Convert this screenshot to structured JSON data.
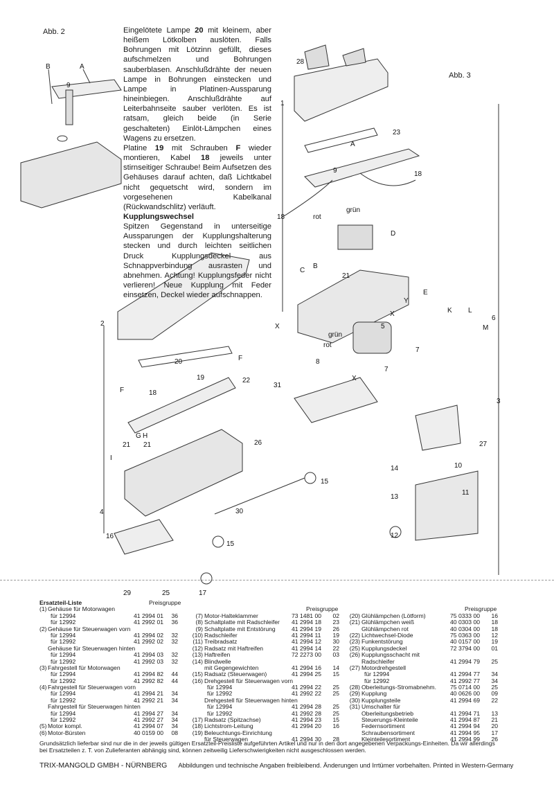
{
  "figure_labels": {
    "abb2": "Abb. 2",
    "abb3": "Abb. 3"
  },
  "instructions": {
    "p1_pre": "Eingelötete Lampe ",
    "p1_b1": "20",
    "p1_post": " mit kleinem, aber heißem Lötkolben auslöten. Falls Bohrungen mit Lötzinn gefüllt, dieses aufschmelzen und Bohrungen sauberblasen. Anschlußdrähte der neuen Lampe in Bohrungen einstecken und Lampe in Platinen-Aussparung hineinbiegen. Anschlußdrähte auf Leiterbahnseite sauber verlöten. Es ist ratsam, gleich beide (in Serie geschalteten) Einlöt-Lämpchen eines Wagens zu ersetzen.",
    "p2_a": "Platine ",
    "p2_b1": "19",
    "p2_c": " mit Schrauben ",
    "p2_b2": "F",
    "p2_d": " wieder montieren, Kabel ",
    "p2_b3": "18",
    "p2_e": " jeweils unter stirnseitiger Schraube! Beim Aufsetzen des Gehäuses darauf achten, daß Lichtkabel nicht gequetscht wird, sondern im vorgesehenen Kabelkanal (Rückwandschlitz) verläuft.",
    "heading": "Kupplungswechsel",
    "p3": "Spitzen Gegenstand in unterseitige Aussparungen der Kupplungshalterung stecken und durch leichten seitlichen Druck Kupplungsdeckel aus Schnappverbindung ausrasten und abnehmen. Achtung! Kupplungsfeder nicht verlieren! Neue Kupplung mit Feder einsetzen, Deckel wieder aufschnappen."
  },
  "callouts": [
    "B",
    "A",
    "9",
    "28",
    "1",
    "23",
    "A",
    "9",
    "18",
    "18",
    "grün",
    "rot",
    "D",
    "B",
    "C",
    "21",
    "E",
    "Y",
    "X",
    "K",
    "L",
    "6",
    "M",
    "5",
    "X",
    "grün",
    "rot",
    "7",
    "7",
    "8",
    "31",
    "X",
    "2",
    "20",
    "F",
    "F",
    "18",
    "19",
    "22",
    "G",
    "H",
    "21",
    "21",
    "I",
    "26",
    "27",
    "3",
    "4",
    "14",
    "10",
    "15",
    "13",
    "11",
    "12",
    "30",
    "15",
    "16",
    "29",
    "25",
    "17"
  ],
  "parts_list": {
    "title": "Ersatzteil-Liste",
    "price_header": "Preisgruppe",
    "columns": [
      [
        {
          "n": "(1)",
          "d": "Gehäuse für Motorwagen",
          "a": "",
          "p": ""
        },
        {
          "n": "",
          "d": "für 12994",
          "a": "41 2994 01",
          "p": "36",
          "i": 1
        },
        {
          "n": "",
          "d": "für 12992",
          "a": "41 2992 01",
          "p": "36",
          "i": 1
        },
        {
          "n": "(2)",
          "d": "Gehäuse für Steuerwagen vorn",
          "a": "",
          "p": ""
        },
        {
          "n": "",
          "d": "für 12994",
          "a": "41 2994 02",
          "p": "32",
          "i": 1
        },
        {
          "n": "",
          "d": "für 12992",
          "a": "41 2992 02",
          "p": "32",
          "i": 1
        },
        {
          "n": "",
          "d": "Gehäuse für Steuerwagen hinten",
          "a": "",
          "p": ""
        },
        {
          "n": "",
          "d": "für 12994",
          "a": "41 2994 03",
          "p": "32",
          "i": 1
        },
        {
          "n": "",
          "d": "für 12992",
          "a": "41 2992 03",
          "p": "32",
          "i": 1
        },
        {
          "n": "(3)",
          "d": "Fahrgestell für Motorwagen",
          "a": "",
          "p": ""
        },
        {
          "n": "",
          "d": "für 12994",
          "a": "41 2994 82",
          "p": "44",
          "i": 1
        },
        {
          "n": "",
          "d": "für 12992",
          "a": "41 2992 82",
          "p": "44",
          "i": 1
        },
        {
          "n": "(4)",
          "d": "Fahrgestell für Steuerwagen vorn",
          "a": "",
          "p": ""
        },
        {
          "n": "",
          "d": "für 12994",
          "a": "41 2994 21",
          "p": "34",
          "i": 1
        },
        {
          "n": "",
          "d": "für 12992",
          "a": "41 2992 21",
          "p": "34",
          "i": 1
        },
        {
          "n": "",
          "d": "Fahrgestell für Steuerwagen hinten",
          "a": "",
          "p": ""
        },
        {
          "n": "",
          "d": "für 12994",
          "a": "41 2994 27",
          "p": "34",
          "i": 1
        },
        {
          "n": "",
          "d": "für 12992",
          "a": "41 2992 27",
          "p": "34",
          "i": 1
        },
        {
          "n": "(5)",
          "d": "Motor kompl.",
          "a": "41 2994 07",
          "p": "34"
        },
        {
          "n": "(6)",
          "d": "Motor-Bürsten",
          "a": "40 0159 00",
          "p": "08"
        }
      ],
      [
        {
          "n": "(7)",
          "d": "Motor-Halteklammer",
          "a": "73 1481 00",
          "p": "02"
        },
        {
          "n": "(8)",
          "d": "Schaltplatte mit Radschleifer",
          "a": "41 2994 18",
          "p": "23"
        },
        {
          "n": "(9)",
          "d": "Schaltplatte mit Entstörung",
          "a": "41 2994 19",
          "p": "26"
        },
        {
          "n": "(10)",
          "d": "Radschleifer",
          "a": "41 2994 11",
          "p": "19"
        },
        {
          "n": "(11)",
          "d": "Treibradsatz",
          "a": "41 2994 12",
          "p": "30"
        },
        {
          "n": "(12)",
          "d": "Radsatz mit Haftreifen",
          "a": "41 2994 14",
          "p": "22"
        },
        {
          "n": "(13)",
          "d": "Haftreifen",
          "a": "72 2273 00",
          "p": "03"
        },
        {
          "n": "(14)",
          "d": "Blindwelle",
          "a": "",
          "p": ""
        },
        {
          "n": "",
          "d": "mit Gegengewichten",
          "a": "41 2994 16",
          "p": "14"
        },
        {
          "n": "(15)",
          "d": "Radsatz (Steuerwagen)",
          "a": "41 2994 25",
          "p": "15"
        },
        {
          "n": "(16)",
          "d": "Drehgestell für Steuerwagen vorn",
          "a": "",
          "p": ""
        },
        {
          "n": "",
          "d": "für 12994",
          "a": "41 2994 22",
          "p": "25",
          "i": 1
        },
        {
          "n": "",
          "d": "für 12992",
          "a": "41 2992 22",
          "p": "25",
          "i": 1
        },
        {
          "n": "",
          "d": "Drehgestell für Steuerwagen hinten",
          "a": "",
          "p": ""
        },
        {
          "n": "",
          "d": "für 12994",
          "a": "41 2994 28",
          "p": "25",
          "i": 1
        },
        {
          "n": "",
          "d": "für 12992",
          "a": "41 2992 28",
          "p": "25",
          "i": 1
        },
        {
          "n": "(17)",
          "d": "Radsatz (Spitzachse)",
          "a": "41 2994 23",
          "p": "15"
        },
        {
          "n": "(18)",
          "d": "Lichtstrom-Leitung",
          "a": "41 2994 20",
          "p": "16"
        },
        {
          "n": "(19)",
          "d": "Beleuchtungs-Einrichtung",
          "a": "",
          "p": ""
        },
        {
          "n": "",
          "d": "für Steuerwagen",
          "a": "41 2994 30",
          "p": "28"
        }
      ],
      [
        {
          "n": "(20)",
          "d": "Glühlämpchen (Lötform)",
          "a": "75 0333 00",
          "p": "16"
        },
        {
          "n": "(21)",
          "d": "Glühlämpchen weiß",
          "a": "40 0303 00",
          "p": "18"
        },
        {
          "n": "",
          "d": "Glühlämpchen rot",
          "a": "40 0304 00",
          "p": "18"
        },
        {
          "n": "(22)",
          "d": "Lichtwechsel-Diode",
          "a": "75 0363 00",
          "p": "12"
        },
        {
          "n": "(23)",
          "d": "Funkentstörung",
          "a": "40 0157 00",
          "p": "19"
        },
        {
          "n": "(25)",
          "d": "Kupplungsdeckel",
          "a": "72 3794 00",
          "p": "01"
        },
        {
          "n": "(26)",
          "d": "Kupplungsschacht mit",
          "a": "",
          "p": ""
        },
        {
          "n": "",
          "d": "Radschleifer",
          "a": "41 2994 79",
          "p": "25"
        },
        {
          "n": "(27)",
          "d": "Motordrehgestell",
          "a": "",
          "p": ""
        },
        {
          "n": "",
          "d": "für 12994",
          "a": "41 2994 77",
          "p": "34",
          "i": 1
        },
        {
          "n": "",
          "d": "für 12992",
          "a": "41 2992 77",
          "p": "34",
          "i": 1
        },
        {
          "n": "(28)",
          "d": "Oberleitungs-Stromabnehm.",
          "a": "75 0714 00",
          "p": "25"
        },
        {
          "n": "(29)",
          "d": "Kupplung",
          "a": "40 0626 00",
          "p": "09"
        },
        {
          "n": "(30)",
          "d": "Kupplungsteile",
          "a": "41 2994 69",
          "p": "22"
        },
        {
          "n": "(31)",
          "d": "Umschalter für",
          "a": "",
          "p": ""
        },
        {
          "n": "",
          "d": "Oberleitungsbetrieb",
          "a": "41 2994 71",
          "p": "13"
        },
        {
          "n": "",
          "d": "Steuerungs-Kleinteile",
          "a": "41 2994 87",
          "p": "21"
        },
        {
          "n": "",
          "d": "Federnsortiment",
          "a": "41 2994 94",
          "p": "20"
        },
        {
          "n": "",
          "d": "Schraubensortiment",
          "a": "41 2994 95",
          "p": "17"
        },
        {
          "n": "",
          "d": "Kleinteilesortiment",
          "a": "41 2994 99",
          "p": "26"
        }
      ]
    ]
  },
  "note": "Grundsätzlich lieferbar sind nur die in der jeweils gültigen Ersatzteil-Preisliste aufgeführten Artikel und nur in den dort angegebenen Verpackungs-Einheiten. Da wir allerdings bei Ersatzteilen z. T. von Zulieferanten abhängig sind, können zeitweilig Lieferschwierigkeiten nicht ausgeschlossen werden.",
  "footer": {
    "brand": "TRIX-MANGOLD GMBH - NÜRNBERG",
    "disclaimer": "Abbildungen und technische Angaben freibleibend. Änderungen und Irrtümer vorbehalten. Printed in Western-Germany"
  }
}
